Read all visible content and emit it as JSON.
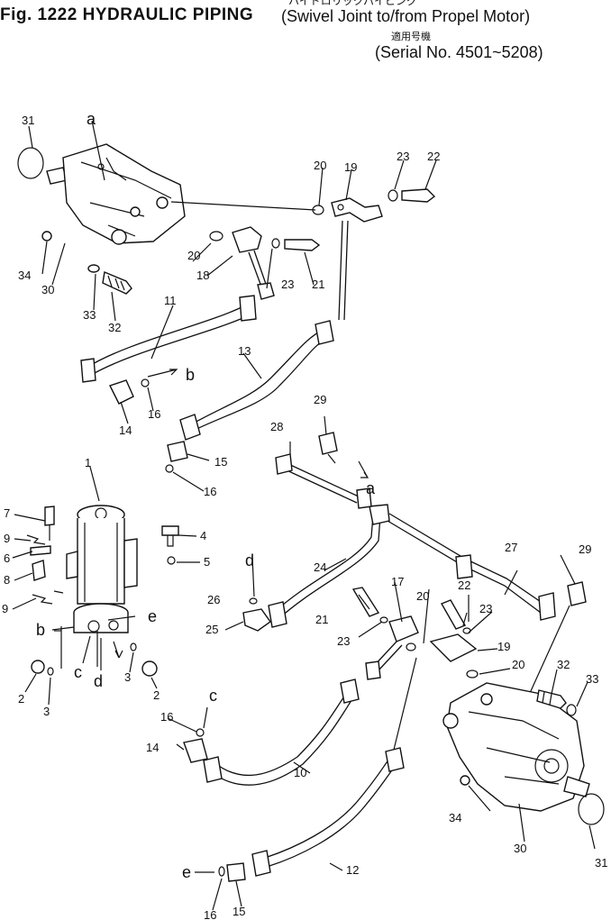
{
  "header": {
    "fig_label": "Fig. 1222",
    "title": "HYDRAULIC PIPING",
    "japanese_line_1": "ハイドロリックパイピング",
    "subtitle": "Swivel Joint to/from Propel Motor",
    "japanese_line_2": "適用号機",
    "serial_range": "Serial No. 4501~5208"
  },
  "callouts": {
    "n1": "1",
    "n2a": "2",
    "n2b": "2",
    "n3a": "3",
    "n3b": "3",
    "n4": "4",
    "n5": "5",
    "n6": "6",
    "n7": "7",
    "n8": "8",
    "n9a": "9",
    "n9b": "9",
    "n10": "10",
    "n11": "11",
    "n12": "12",
    "n13": "13",
    "n14a": "14",
    "n14b": "14",
    "n15a": "15",
    "n15b": "15",
    "n16a": "16",
    "n16b": "16",
    "n16c": "16",
    "n16d": "16",
    "n17": "17",
    "n18": "18",
    "n19a": "19",
    "n19b": "19",
    "n20a": "20",
    "n20b": "20",
    "n20c": "20",
    "n20d": "20",
    "n21a": "21",
    "n21b": "21",
    "n22a": "22",
    "n22b": "22",
    "n23a": "23",
    "n23b": "23",
    "n23c": "23",
    "n23d": "23",
    "n24": "24",
    "n25": "25",
    "n26": "26",
    "n27": "27",
    "n28": "28",
    "n29a": "29",
    "n29b": "29",
    "n30a": "30",
    "n30b": "30",
    "n31a": "31",
    "n31b": "31",
    "n32a": "32",
    "n32b": "32",
    "n33a": "33",
    "n33b": "33",
    "n34a": "34",
    "n34b": "34"
  },
  "letters": {
    "a1": "a",
    "a2": "a",
    "b1": "b",
    "b2": "b",
    "c1": "c",
    "c2": "c",
    "d1": "d",
    "d2": "d",
    "e1": "e",
    "e2": "e"
  }
}
